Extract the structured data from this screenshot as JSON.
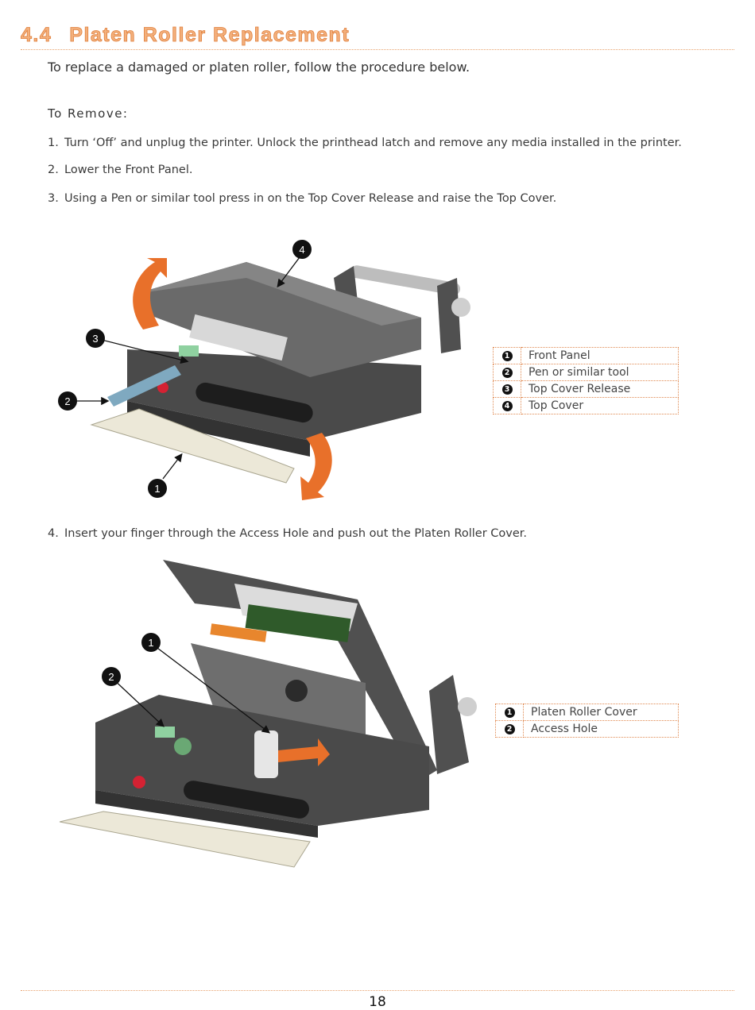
{
  "section": {
    "number": "4.4",
    "title": "Platen Roller Replacement"
  },
  "intro": "To replace a damaged or platen roller, follow the procedure below.",
  "subheading": "To Remove:",
  "steps": [
    {
      "num": "1.",
      "text": "Turn ‘Off’ and unplug the printer. Unlock the printhead latch and remove any media installed in the printer."
    },
    {
      "num": "2.",
      "text": "Lower the Front Panel."
    },
    {
      "num": "3.",
      "text": "Using a Pen or similar tool press in on the Top Cover Release and raise the Top Cover."
    },
    {
      "num": "4.",
      "text": "Insert your finger through the Access Hole and push out the Platen Roller Cover."
    }
  ],
  "figure1": {
    "callouts": [
      "1",
      "2",
      "3",
      "4"
    ],
    "legend": [
      {
        "badge": "1",
        "label": "Front Panel"
      },
      {
        "badge": "2",
        "label": "Pen or similar tool"
      },
      {
        "badge": "3",
        "label": "Top Cover Release"
      },
      {
        "badge": "4",
        "label": "Top Cover"
      }
    ]
  },
  "figure2": {
    "callouts": [
      "1",
      "2"
    ],
    "legend": [
      {
        "badge": "1",
        "label": "Platen Roller Cover"
      },
      {
        "badge": "2",
        "label": "Access Hole"
      }
    ]
  },
  "page_number": "18",
  "colors": {
    "heading": "#e07f3c",
    "arrow": "#e8702a",
    "rule": "#e8a26e"
  }
}
